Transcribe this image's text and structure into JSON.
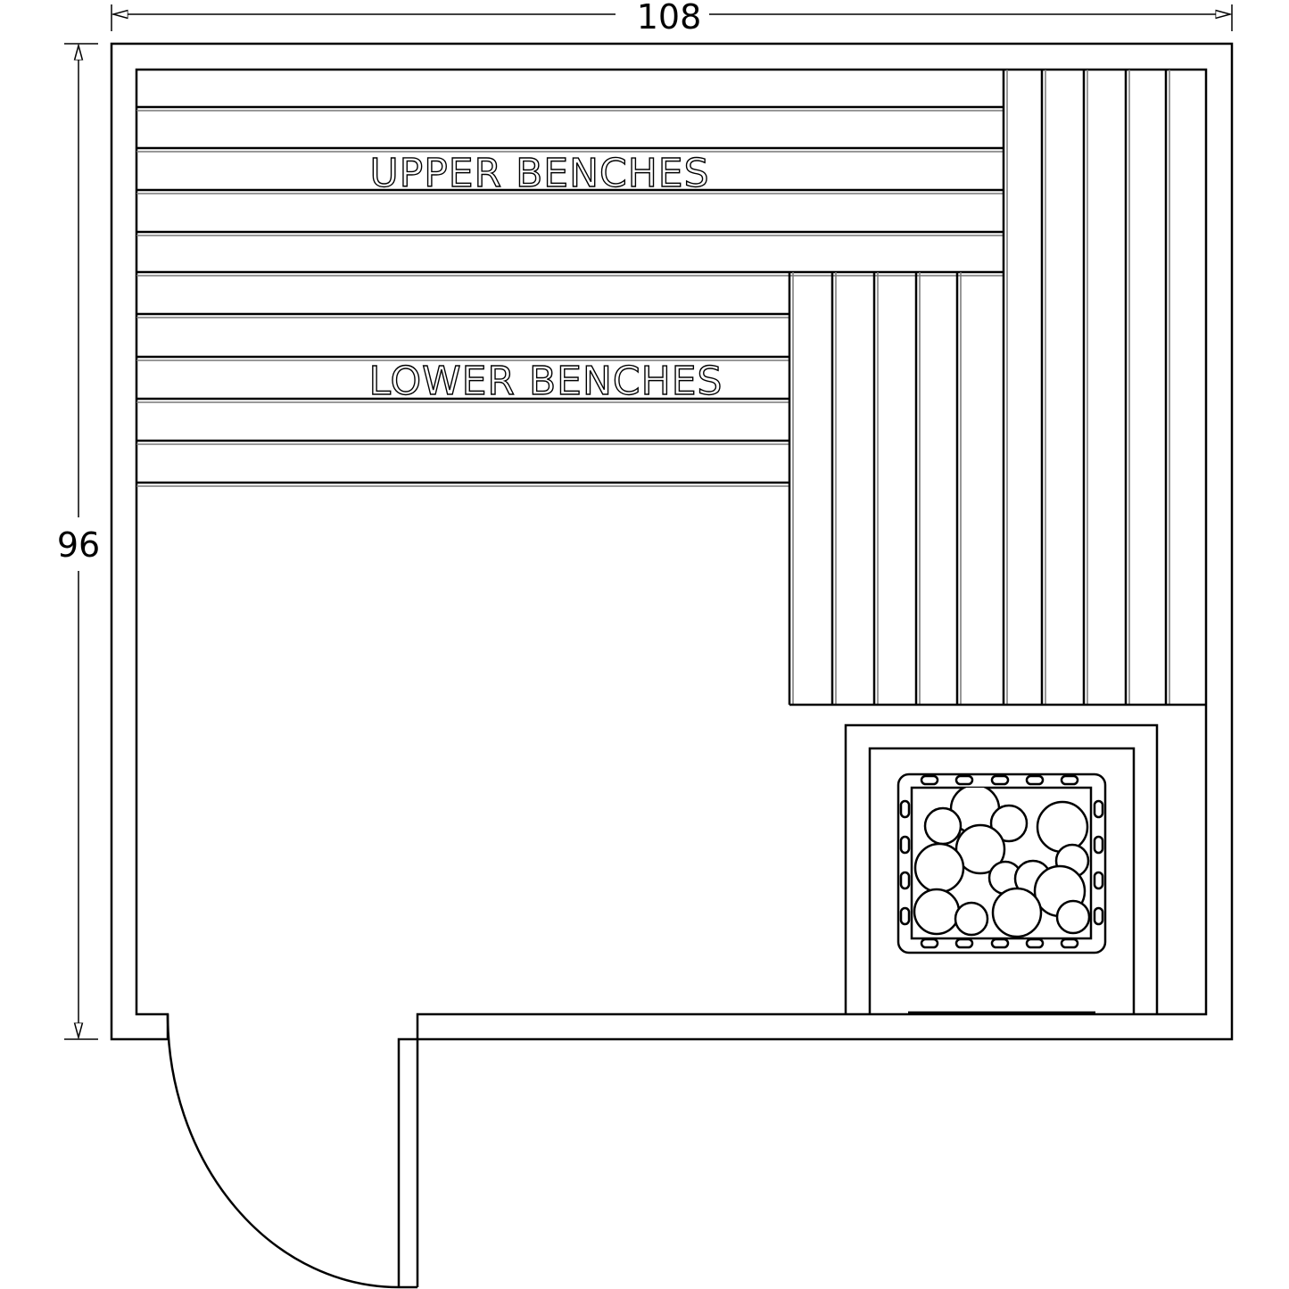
{
  "dimensions": {
    "width_label": "108",
    "depth_label": "96"
  },
  "labels": {
    "upper": "UPPER BENCHES",
    "lower": "LOWER BENCHES"
  },
  "colors": {
    "line": "#000000",
    "background": "#ffffff"
  }
}
